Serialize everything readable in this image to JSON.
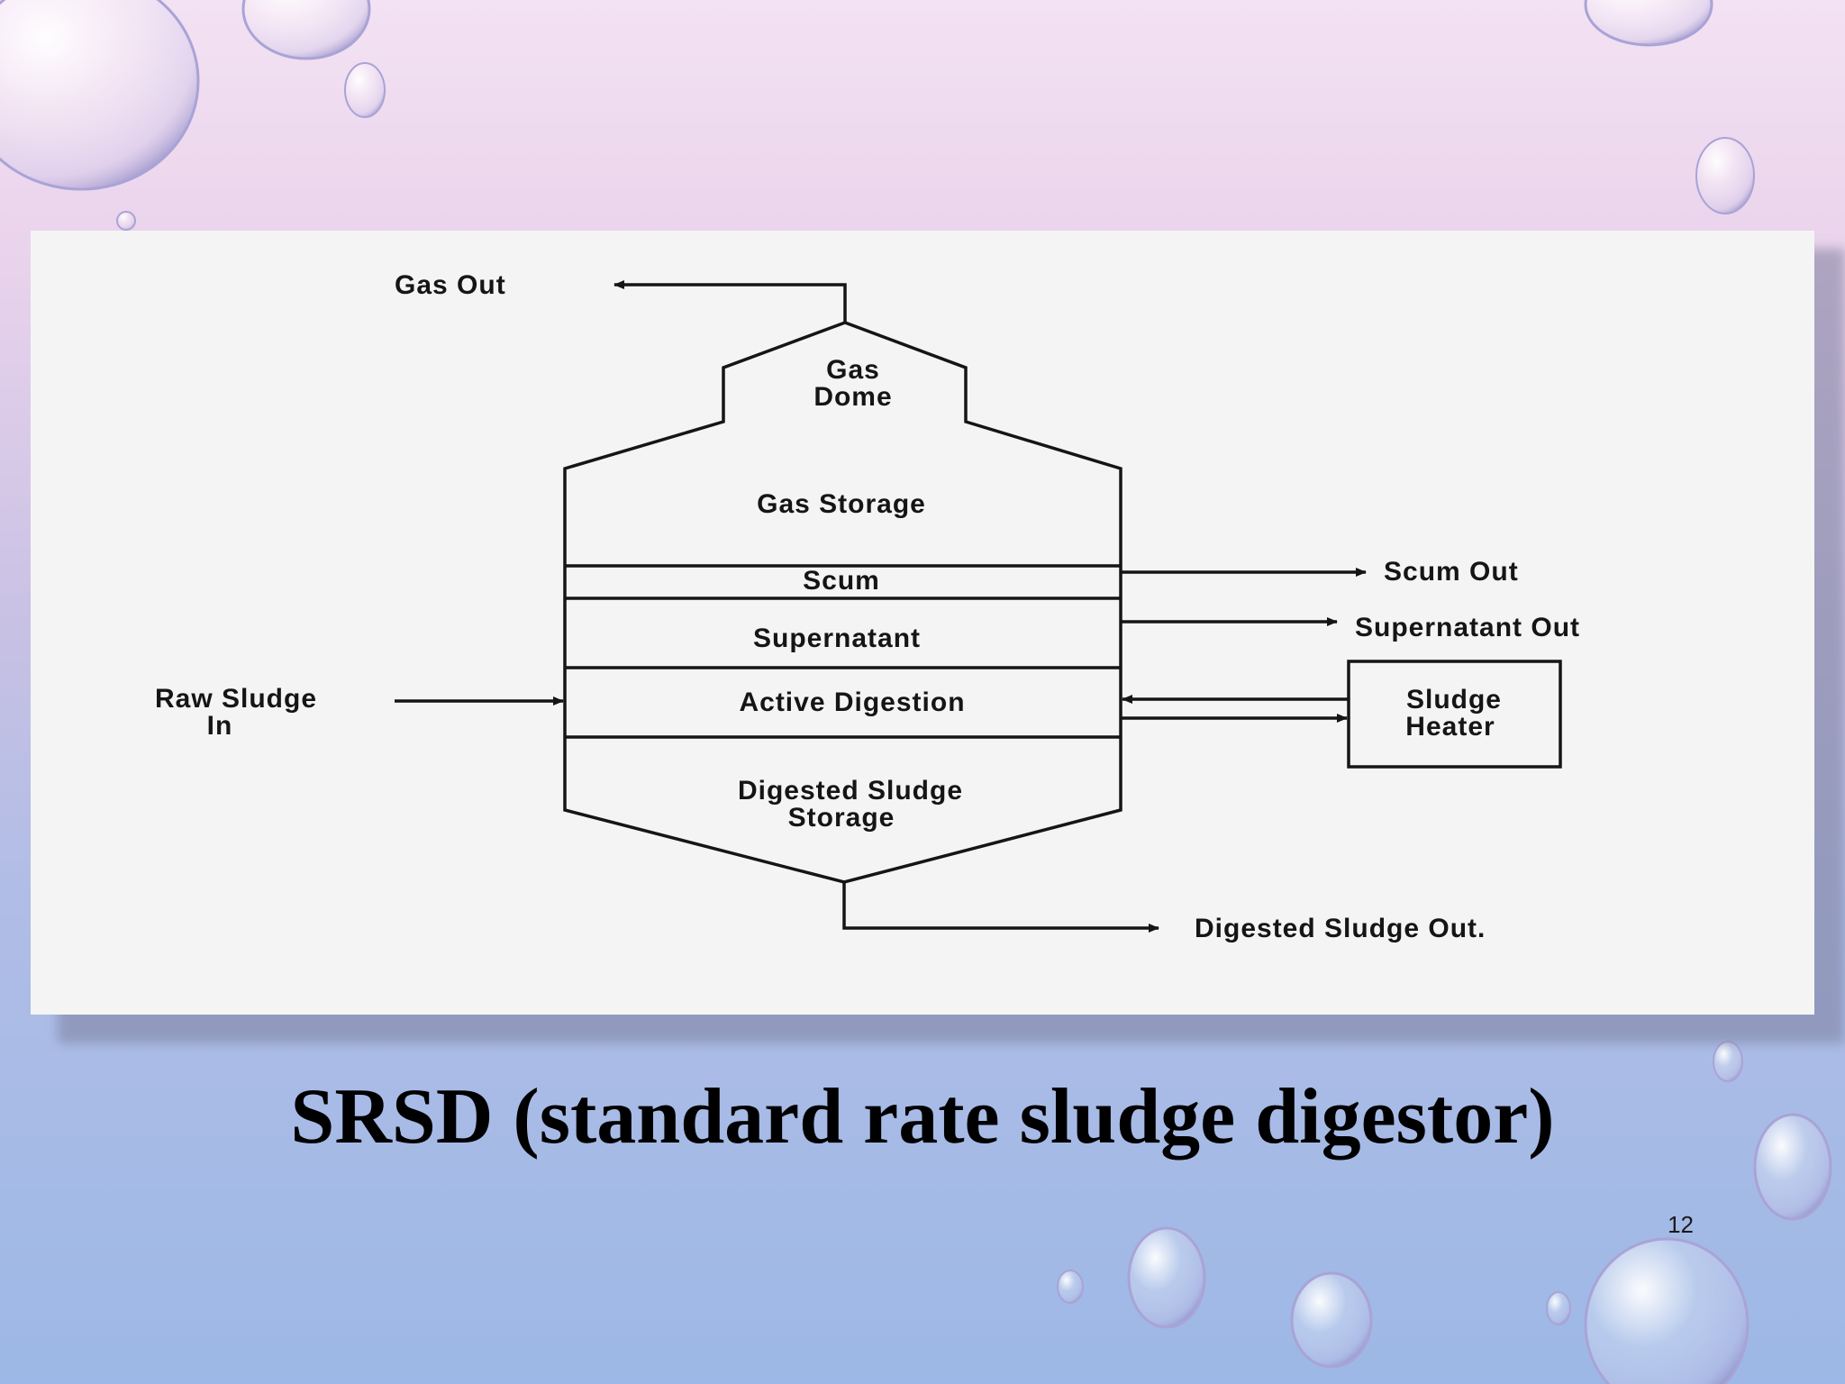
{
  "diagram": {
    "labels": {
      "gas_out": "Gas Out",
      "gas_dome_line1": "Gas",
      "gas_dome_line2": "Dome",
      "gas_storage": "Gas Storage",
      "scum": "Scum",
      "supernatant": "Supernatant",
      "active_digestion": "Active Digestion",
      "digested_storage_line1": "Digested Sludge",
      "digested_storage_line2": "Storage",
      "raw_sludge_line1": "Raw Sludge",
      "raw_sludge_line2": "In",
      "scum_out": "Scum Out",
      "supernatant_out": "Supernatant Out",
      "heater_line1": "Sludge",
      "heater_line2": "Heater",
      "digested_out": "Digested Sludge Out."
    }
  },
  "slide": {
    "title": "SRSD (standard rate sludge digestor)",
    "page_number": "12"
  },
  "colors": {
    "background_top": "#f3e2f3",
    "background_bottom": "#9db8e6",
    "panel": "#f4f4f5",
    "ink": "#151515"
  }
}
